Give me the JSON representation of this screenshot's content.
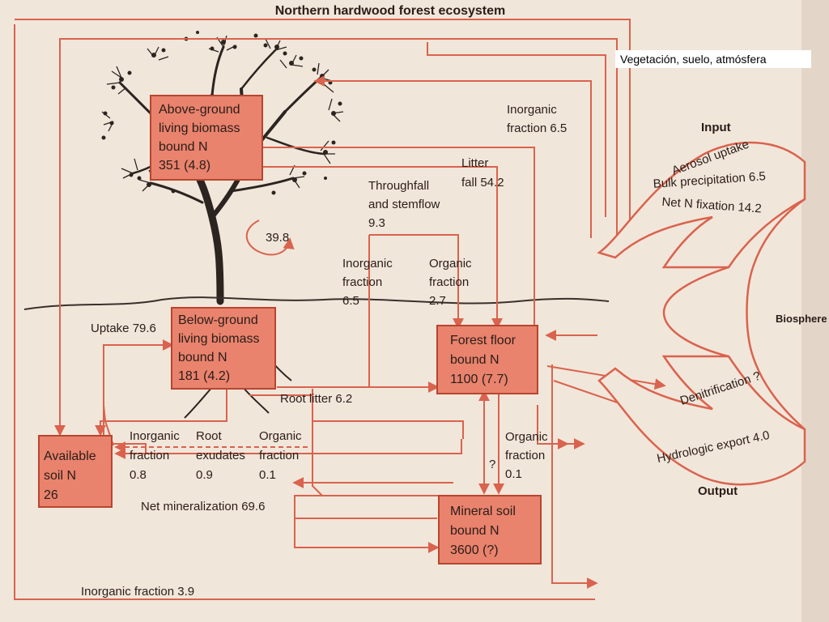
{
  "title": "Northern hardwood forest ecosystem",
  "caption": "Vegetación, suelo, atmósfera",
  "colors": {
    "arrow": "#d9634e",
    "box_fill": "#e9836d",
    "box_stroke": "#b8452f",
    "text": "#2a1c18",
    "paper": "#f1e6da"
  },
  "boxes": {
    "above": {
      "line1": "Above-ground",
      "line2": "living biomass",
      "line3": "bound N",
      "line4": "351 (4.8)"
    },
    "below": {
      "line1": "Below-ground",
      "line2": "living biomass",
      "line3": "bound N",
      "line4": "181 (4.2)"
    },
    "floor": {
      "line1": "Forest floor",
      "line2": "bound N",
      "line3": "1100 (7.7)"
    },
    "available": {
      "line1": "Available",
      "line2": "soil N",
      "line3": "26"
    },
    "mineral": {
      "line1": "Mineral soil",
      "line2": "bound N",
      "line3": "3600 (?)"
    }
  },
  "labels": {
    "inorganic_top_1": "Inorganic",
    "inorganic_top_2": "fraction 6.5",
    "litterfall_1": "Litter",
    "litterfall_2": "fall 54.2",
    "throughfall_1": "Throughfall",
    "throughfall_2": "and stemflow",
    "throughfall_3": "9.3",
    "inorg_mid_1": "Inorganic",
    "inorg_mid_2": "fraction",
    "inorg_mid_3": "6.5",
    "org_mid_1": "Organic",
    "org_mid_2": "fraction",
    "org_mid_3": "2.7",
    "translocation": "39.8",
    "uptake": "Uptake 79.6",
    "root_litter": "Root litter 6.2",
    "inorg_low_1": "Inorganic",
    "inorg_low_2": "fraction",
    "inorg_low_3": "0.8",
    "root_exu_1": "Root",
    "root_exu_2": "exudates",
    "root_exu_3": "0.9",
    "org_low_1": "Organic",
    "org_low_2": "fraction",
    "org_low_3": "0.1",
    "org_right_1": "Organic",
    "org_right_2": "fraction",
    "org_right_3": "0.1",
    "question": "?",
    "net_min": "Net mineralization 69.6",
    "inorg_bottom": "Inorganic fraction 3.9",
    "input": "Input",
    "output": "Output",
    "biosphere": "Biosphere",
    "aerosol": "Aerosol uptake",
    "bulk": "Bulk precipitation 6.5",
    "fixation": "Net N fixation 14.2",
    "denit": "Denitrification ?",
    "hydro": "Hydrologic export 4.0"
  }
}
